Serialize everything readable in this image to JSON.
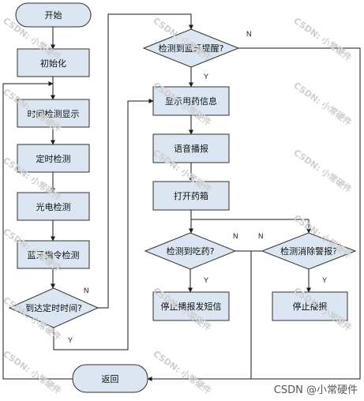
{
  "nodes": {
    "start": "开始",
    "init": "初始化",
    "time_display": "时间检测显示",
    "timer_check": "定时检测",
    "photo_check": "光电检测",
    "bt_cmd_check": "蓝牙指令检测",
    "time_reached": "到达定时时间?",
    "return": "返回",
    "bt_reminder": "检测到蓝牙提醒?",
    "show_med": "显示用药信息",
    "voice": "语音播报",
    "open_box": "打开药箱",
    "took_med": "检测到吃药?",
    "cancel_alarm": "检测消除警报?",
    "stop_sms": "停止播报发短信",
    "stop_broadcast": "停止播报"
  },
  "edge_labels": {
    "time_n": "N",
    "time_y": "Y",
    "bt_n": "N",
    "bt_y": "Y",
    "took_n": "N",
    "took_y": "Y",
    "cancel_n": "N",
    "cancel_y": "Y"
  },
  "watermark": "CSDN: 小常硬件",
  "footer_watermark": "CSDN @小常硬件",
  "colors": {
    "box_fill": "#dce6f2",
    "box_stroke": "#2f2f2f",
    "line": "#1a1a1a"
  }
}
